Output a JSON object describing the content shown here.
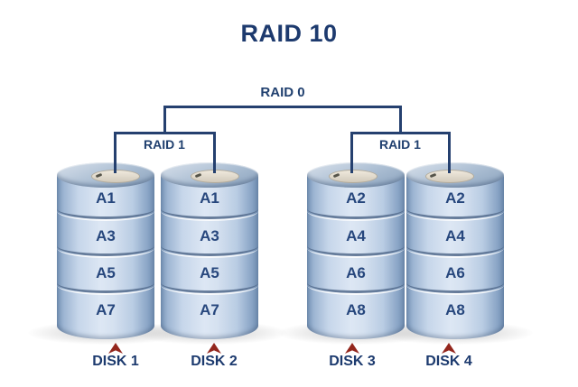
{
  "title": "RAID 10",
  "tree": {
    "root_label": "RAID 0",
    "groups": [
      {
        "label": "RAID 1"
      },
      {
        "label": "RAID 1"
      }
    ]
  },
  "disks": [
    {
      "name": "DISK 1",
      "segments": [
        "A1",
        "A3",
        "A5",
        "A7"
      ]
    },
    {
      "name": "DISK 2",
      "segments": [
        "A1",
        "A3",
        "A5",
        "A7"
      ]
    },
    {
      "name": "DISK 3",
      "segments": [
        "A2",
        "A4",
        "A6",
        "A8"
      ]
    },
    {
      "name": "DISK 4",
      "segments": [
        "A2",
        "A4",
        "A6",
        "A8"
      ]
    }
  ],
  "colors": {
    "title_navy": "#1d3a6e",
    "bracket_line": "#25406f",
    "segment_text": "#27477d",
    "cylinder_light": "#dde7f4",
    "cylinder_edge": "#7492b6",
    "cap_face": "#aabdd2",
    "cap_hub": "#e9e2d4",
    "pointer_red": "#93261c",
    "background": "#ffffff"
  }
}
